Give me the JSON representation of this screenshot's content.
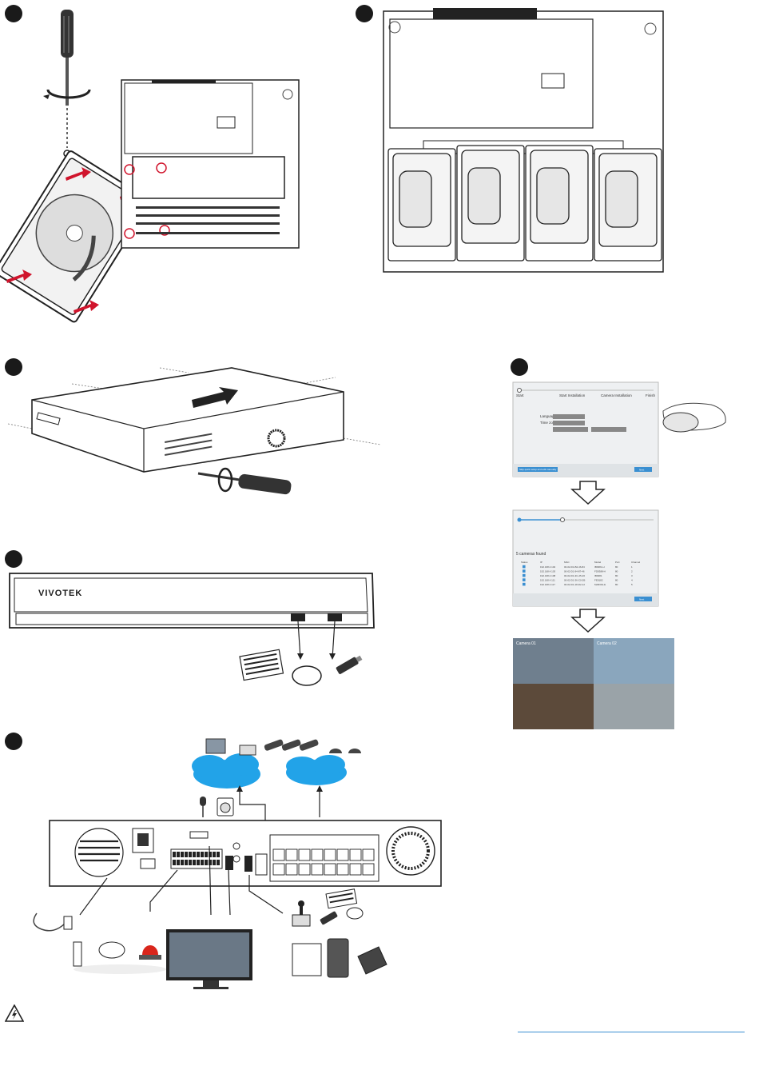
{
  "brand": {
    "name": "VIVOTEK"
  },
  "wizard": {
    "step_labels": [
      "Start",
      "Start Installation",
      "Camera Installation",
      "Finish"
    ],
    "field_labels": [
      "Language",
      "Time zone"
    ],
    "left_button": "Skip quick setup and edit manually",
    "next_button": "Next",
    "cameras_found": "5 cameras found",
    "table_headers": [
      "Status",
      "IP",
      "MAC",
      "Model",
      "Port",
      "Channel"
    ],
    "table_rows": [
      [
        "192.168.4.102",
        "00-02-D1-B2-46-84",
        "IB9381-H",
        "80",
        "1"
      ],
      [
        "192.168.4.103",
        "00-02-D1-94-87-46",
        "FD9388-H",
        "80",
        "2"
      ],
      [
        "192.168.4.108",
        "00-02-D1-3C-25-26",
        "IB9381",
        "80",
        "3"
      ],
      [
        "192.168.4.111",
        "00-02-D1-36-C0-2B",
        "FE9182",
        "80",
        "4"
      ],
      [
        "192.168.4.117",
        "00-02-D1-18-D2-12",
        "MA8391-E",
        "80",
        "5"
      ]
    ],
    "camera_labels": [
      "Camera 01",
      "Camera 02"
    ]
  },
  "colors": {
    "accent": "#3a8fd1",
    "cloud": "#22a3e8",
    "alarm": "#d9261c",
    "marker": "#d0142c",
    "step": "#1a1a1a"
  },
  "icons": [
    "screwdriver-icon",
    "hard-drive-icon",
    "mouse-icon",
    "keyboard-icon",
    "usb-stick-icon",
    "cloud-icon",
    "ip-camera-icon",
    "microphone-icon",
    "speaker-icon",
    "monitor-icon",
    "joystick-icon",
    "warning-icon",
    "power-cable-icon",
    "smoke-detector-icon",
    "alarm-light-icon"
  ]
}
